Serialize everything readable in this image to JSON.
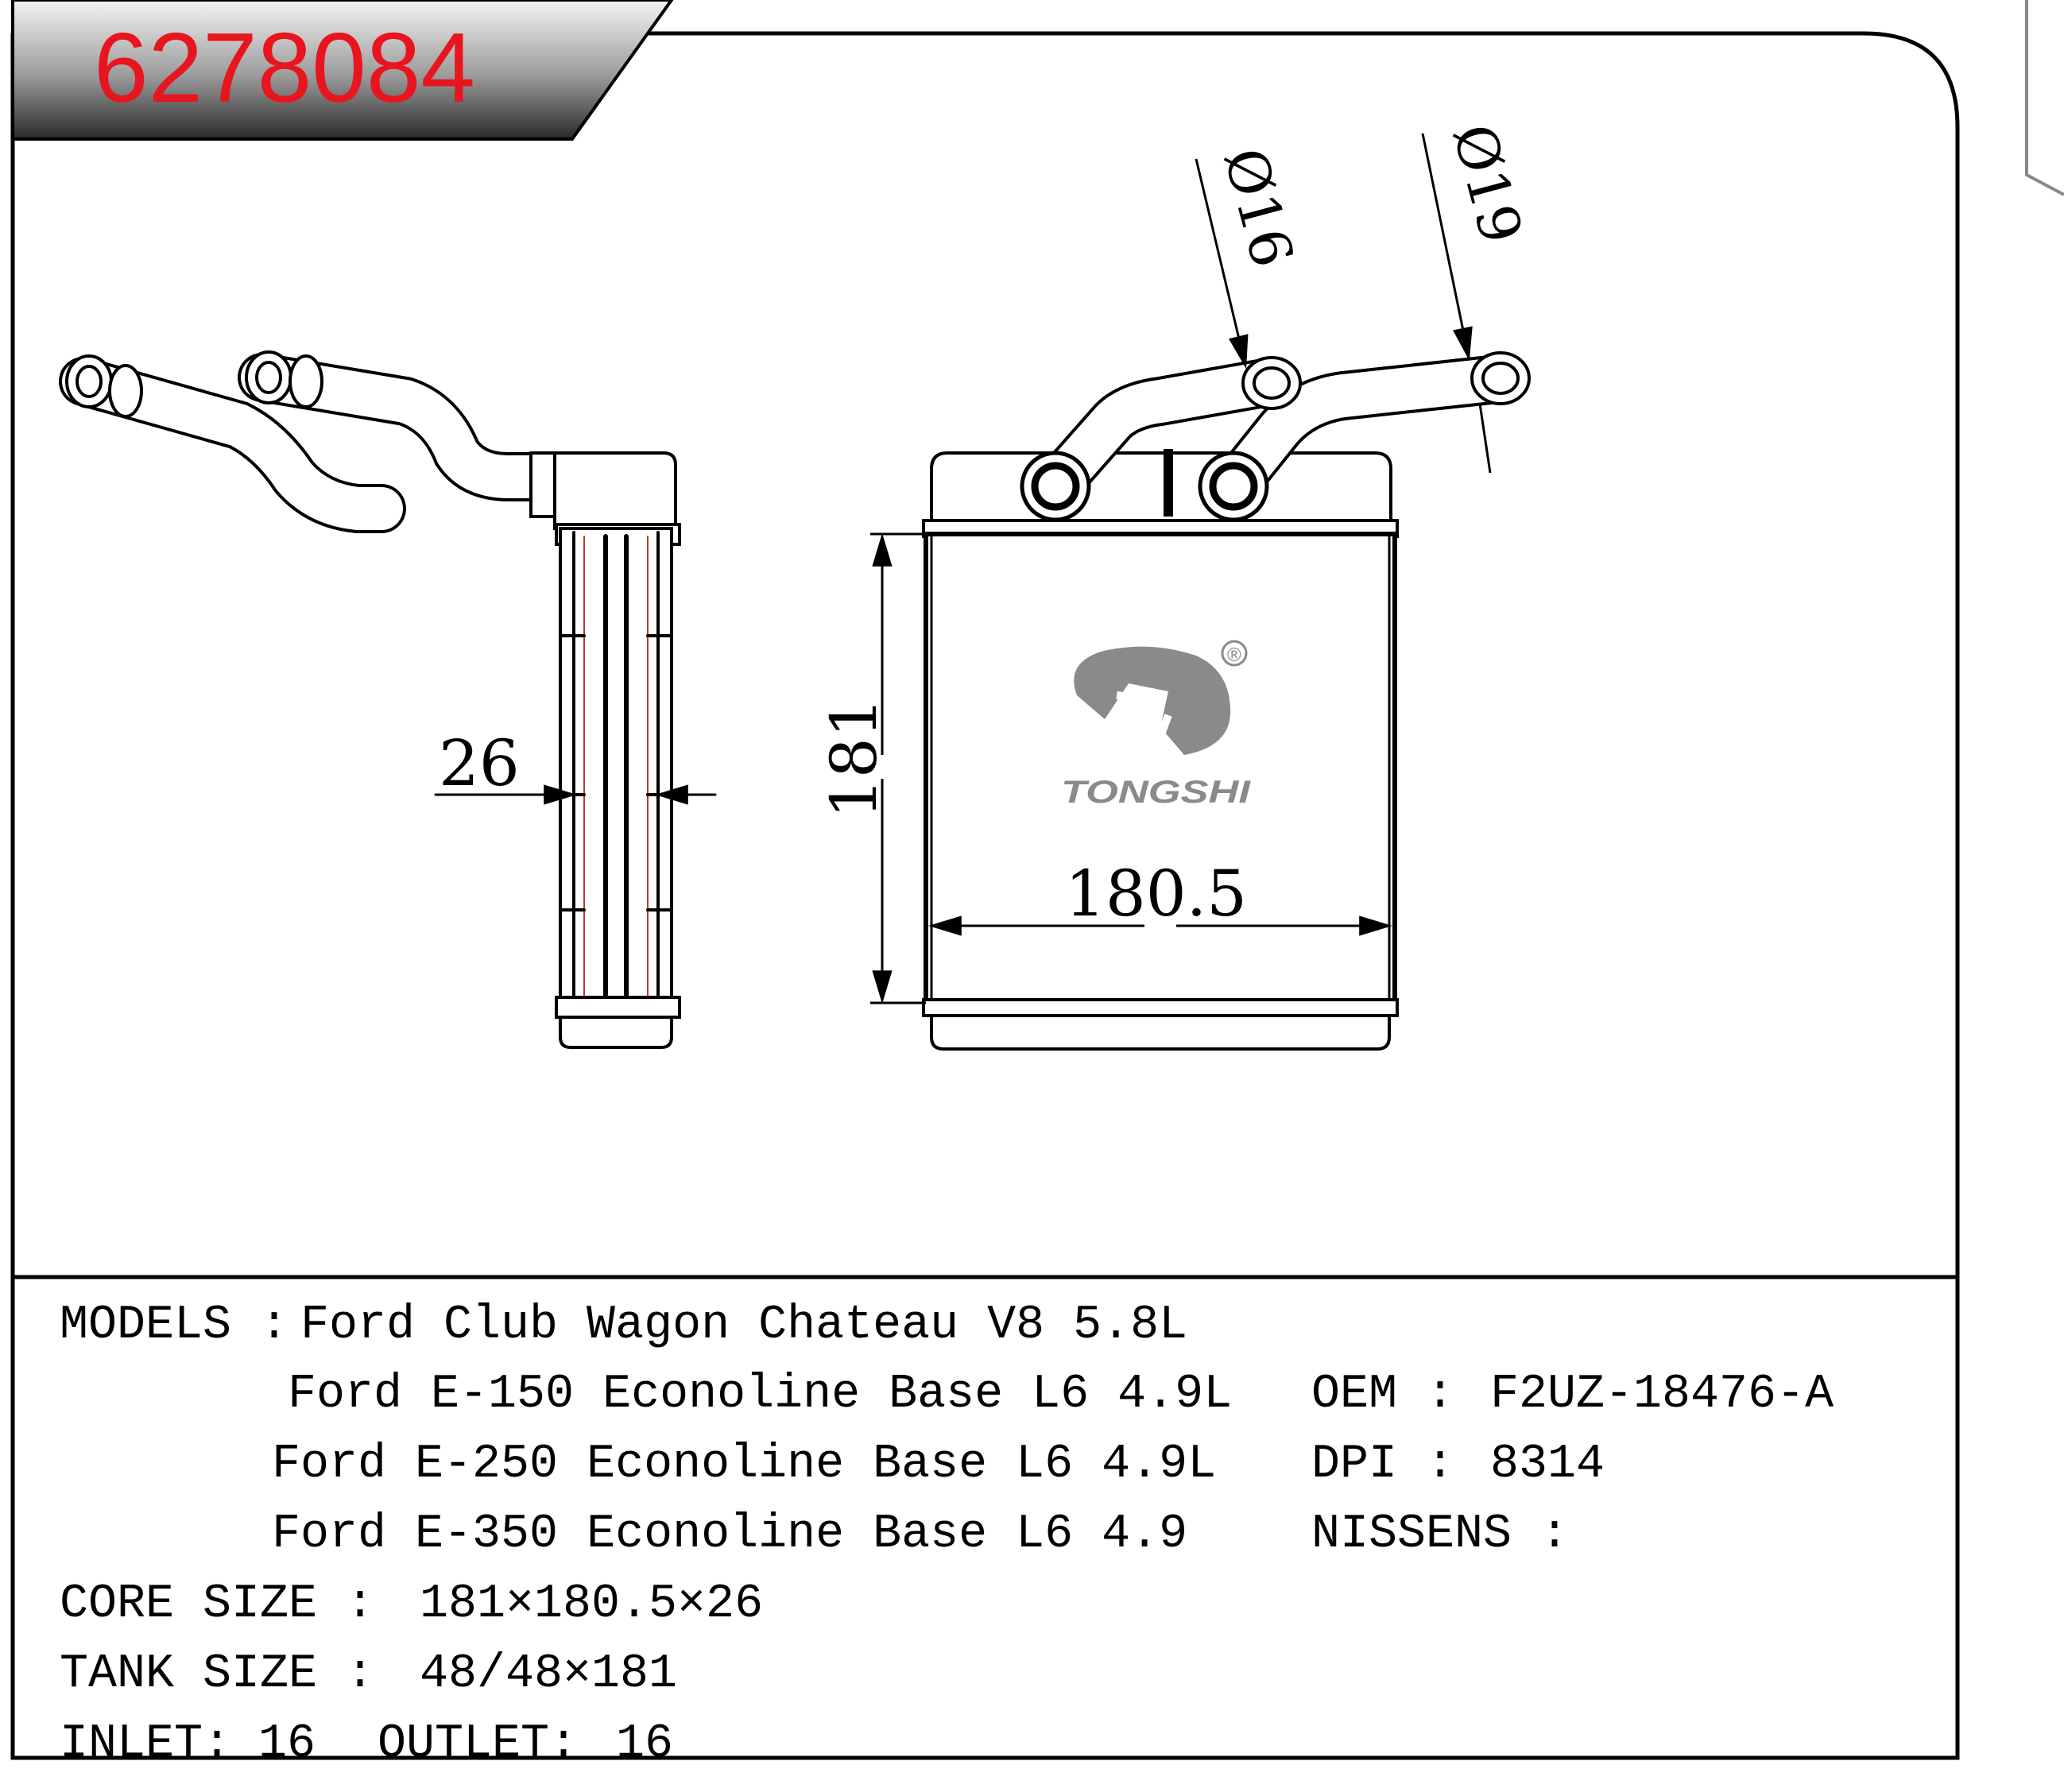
{
  "part_number": "6278084",
  "dimensions": {
    "inlet_diameter": "Ø16",
    "outlet_diameter": "Ø19",
    "thickness": "26",
    "height": "181",
    "width": "180.5"
  },
  "logo": {
    "brand": "TONGSHI",
    "registered_mark": "®"
  },
  "specs": {
    "models_label": "MODELS :",
    "models": [
      "Ford Club Wagon Chateau V8 5.8L",
      "Ford E-150 Econoline Base L6 4.9L",
      "Ford E-250 Econoline Base L6 4.9L",
      "Ford E-350 Econoline Base L6 4.9"
    ],
    "oem_label": "OEM :",
    "oem_value": "F2UZ-18476-A",
    "dpi_label": "DPI :",
    "dpi_value": "8314",
    "nissens_label": "NISSENS :",
    "nissens_value": "",
    "core_size_label": "CORE SIZE :",
    "core_size_value": "181×180.5×26",
    "tank_size_label": "TANK SIZE :",
    "tank_size_value": "48/48×181",
    "inlet_label": "INLET:",
    "inlet_value": "16",
    "outlet_label": "OUTLET:",
    "outlet_value": "16"
  },
  "colors": {
    "part_number": "#e8141e",
    "header_band": "#3a3a3a",
    "lines": "#000000",
    "logo_gray": "#8a8a8a"
  }
}
